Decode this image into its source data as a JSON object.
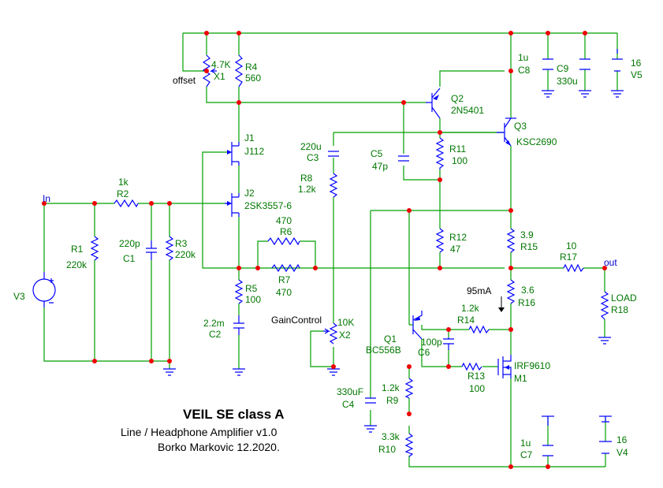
{
  "title": {
    "main": "VEIL SE class A",
    "line2": "Line / Headphone Amplifier v1.0",
    "line3": "Borko Markovic 12.2020."
  },
  "nets": {
    "in": "In",
    "out": "out"
  },
  "parts": {
    "X1": {
      "value": "4.7K",
      "ref": "X1",
      "note": "offset"
    },
    "R4": {
      "ref": "R4",
      "value": "560"
    },
    "J1": {
      "ref": "J1",
      "value": "J112"
    },
    "J2": {
      "ref": "J2",
      "value": "2SK3557-6"
    },
    "R2": {
      "value": "1k",
      "ref": "R2"
    },
    "R1": {
      "ref": "R1",
      "value": "220k"
    },
    "C1": {
      "value": "220p",
      "ref": "C1"
    },
    "R3": {
      "ref": "R3",
      "value": "220k"
    },
    "V3": {
      "ref": "V3"
    },
    "R5": {
      "ref": "R5",
      "value": "100"
    },
    "C2": {
      "value": "2.2m",
      "ref": "C2"
    },
    "R6": {
      "value": "470",
      "ref": "R6"
    },
    "R7": {
      "ref": "R7",
      "value": "470"
    },
    "C3": {
      "value": "220u",
      "ref": "C3"
    },
    "R8": {
      "ref": "R8",
      "value": "1.2k"
    },
    "X2": {
      "value": "10K",
      "ref": "X2",
      "note": "GainControl"
    },
    "Q2": {
      "ref": "Q2",
      "value": "2N5401"
    },
    "Q3": {
      "ref": "Q3",
      "value": "KSC2690"
    },
    "C5": {
      "ref": "C5",
      "value": "47p"
    },
    "R11": {
      "ref": "R11",
      "value": "100"
    },
    "R12": {
      "ref": "R12",
      "value": "47"
    },
    "R15": {
      "value": "3.9",
      "ref": "R15"
    },
    "R17": {
      "value": "10",
      "ref": "R17"
    },
    "R16": {
      "value": "3.6",
      "ref": "R16",
      "current": "95mA"
    },
    "R18": {
      "ref": "LOAD",
      "value": "R18"
    },
    "Q1": {
      "ref": "Q1",
      "value": "BC556B"
    },
    "R14": {
      "value": "1.2k",
      "ref": "R14"
    },
    "C6": {
      "value": "100p",
      "ref": "C6"
    },
    "R13": {
      "ref": "R13",
      "value": "100"
    },
    "M1": {
      "ref": "IRF9610",
      "value": "M1"
    },
    "C4": {
      "value": "330uF",
      "ref": "C4"
    },
    "R9": {
      "value": "1.2k",
      "ref": "R9"
    },
    "R10": {
      "value": "3.3k",
      "ref": "R10"
    },
    "C8": {
      "value": "1u",
      "ref": "C8"
    },
    "C9": {
      "ref": "C9",
      "value": "330u"
    },
    "V5": {
      "value": "16",
      "ref": "V5"
    },
    "C7": {
      "value": "1u",
      "ref": "C7"
    },
    "V4": {
      "value": "16",
      "ref": "V4"
    }
  },
  "colors": {
    "wire": "#00a000",
    "component": "#0000ff",
    "junction": "#ee0000",
    "label": "#007700"
  }
}
